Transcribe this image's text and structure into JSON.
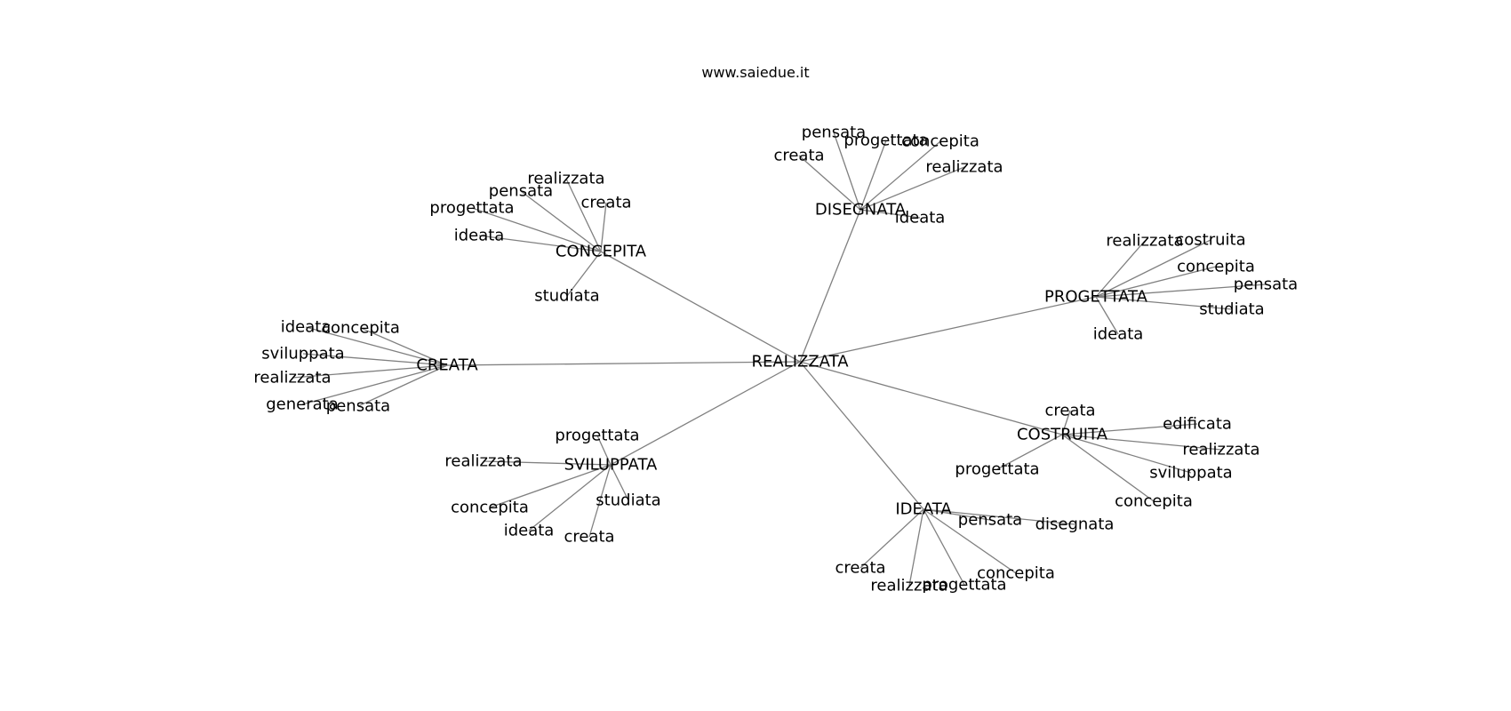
{
  "header": {
    "site": "www.saiedue.it"
  },
  "graph": {
    "center": "REALIZZATA",
    "hubs": [
      {
        "label": "CONCEPITA",
        "leaves": [
          "realizzata",
          "pensata",
          "creata",
          "progettata",
          "ideata",
          "studiata"
        ]
      },
      {
        "label": "DISEGNATA",
        "leaves": [
          "pensata",
          "progettata",
          "concepita",
          "creata",
          "realizzata",
          "ideata"
        ]
      },
      {
        "label": "PROGETTATA",
        "leaves": [
          "realizzata",
          "costruita",
          "concepita",
          "pensata",
          "studiata",
          "ideata"
        ]
      },
      {
        "label": "CREATA",
        "leaves": [
          "ideata",
          "concepita",
          "sviluppata",
          "realizzata",
          "generata",
          "pensata"
        ]
      },
      {
        "label": "COSTRUITA",
        "leaves": [
          "creata",
          "edificata",
          "realizzata",
          "sviluppata",
          "progettata",
          "concepita"
        ]
      },
      {
        "label": "SVILUPPATA",
        "leaves": [
          "progettata",
          "realizzata",
          "studiata",
          "concepita",
          "ideata",
          "creata"
        ]
      },
      {
        "label": "IDEATA",
        "leaves": [
          "pensata",
          "disegnata",
          "creata",
          "concepita",
          "realizzata",
          "progettata"
        ]
      }
    ]
  }
}
